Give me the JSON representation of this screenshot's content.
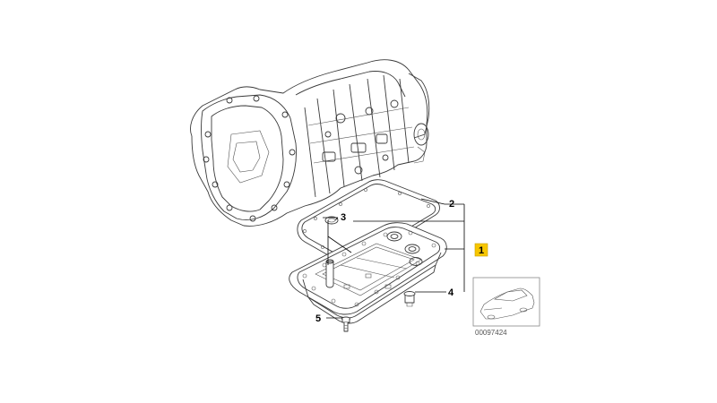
{
  "callouts": [
    {
      "num": "1",
      "highlighted": true
    },
    {
      "num": "2",
      "highlighted": false
    },
    {
      "num": "3",
      "highlighted": false
    },
    {
      "num": "4",
      "highlighted": false
    },
    {
      "num": "5",
      "highlighted": false
    }
  ],
  "reference_code": "00097424",
  "colors": {
    "highlight": "#f7c600",
    "line": "#3a3a3a",
    "background": "#ffffff"
  },
  "icons": {
    "car_thumbnail": "car-sedan-icon"
  }
}
